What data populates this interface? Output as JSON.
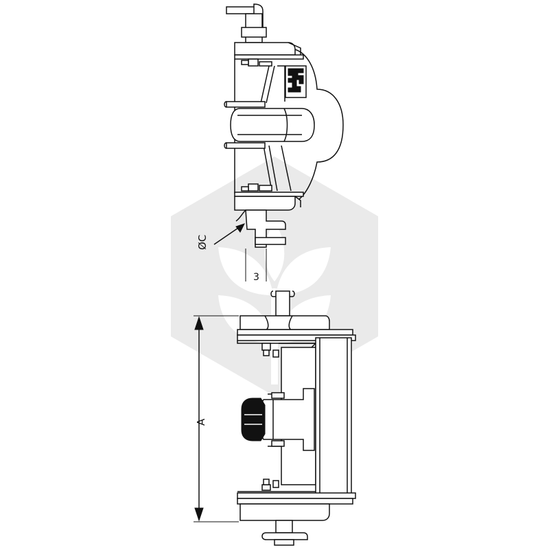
{
  "drawing": {
    "label_diameter": "ØC",
    "label_clearance": "3",
    "label_height": "A"
  },
  "colors": {
    "line": "#111111",
    "watermark": "#e6e6e6",
    "background": "#ffffff"
  },
  "watermark": {
    "icon": "leaf-sprout-hexagon-logo"
  }
}
